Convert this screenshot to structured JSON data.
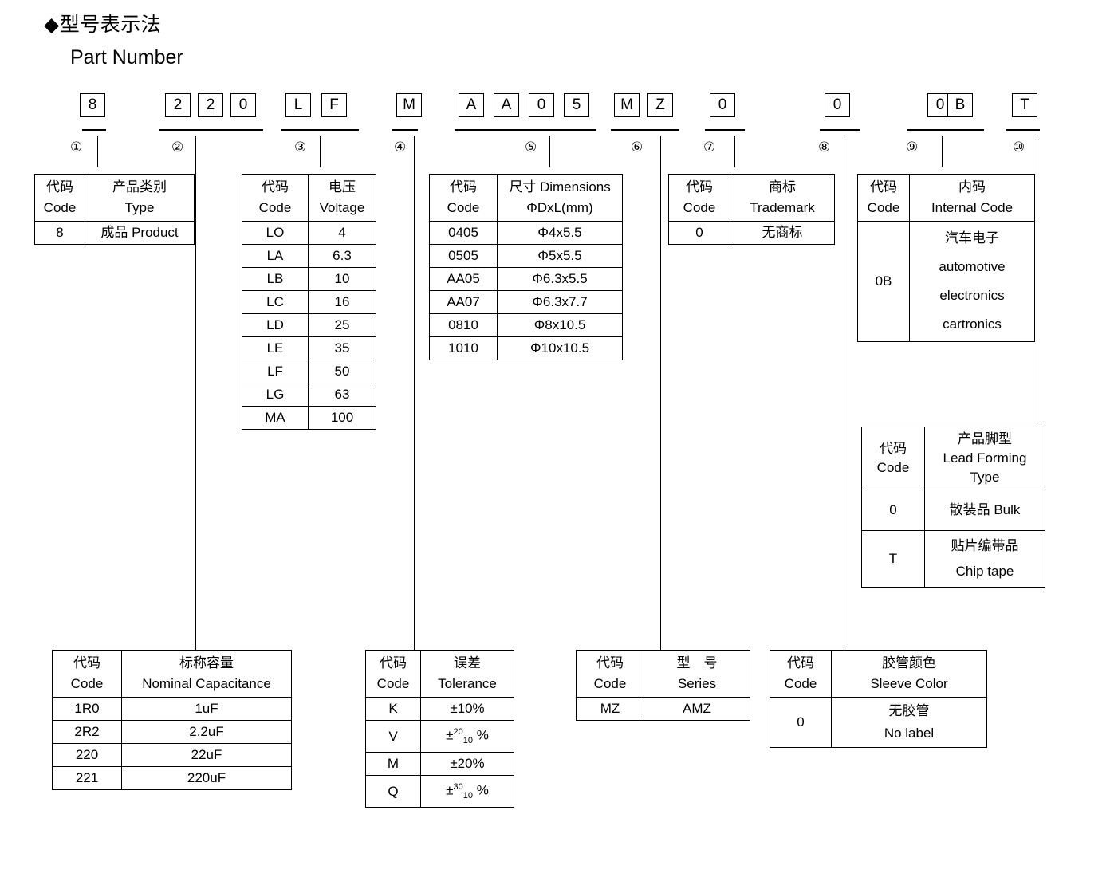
{
  "heading": {
    "diamond": "◆",
    "title_cn": "型号表示法",
    "title_en": "Part Number"
  },
  "code_boxes": [
    {
      "ref": "1",
      "chars": [
        "8"
      ]
    },
    {
      "ref": "2",
      "chars": [
        "2",
        "2",
        "0"
      ]
    },
    {
      "ref": "3",
      "chars": [
        "L",
        "F"
      ]
    },
    {
      "ref": "4",
      "chars": [
        "M"
      ]
    },
    {
      "ref": "5",
      "chars": [
        "A",
        "A",
        "0",
        "5"
      ]
    },
    {
      "ref": "6",
      "chars": [
        "M",
        "Z"
      ]
    },
    {
      "ref": "7",
      "chars": [
        "0"
      ]
    },
    {
      "ref": "8",
      "chars": [
        "0"
      ]
    },
    {
      "ref": "9",
      "chars": [
        "0",
        "B"
      ]
    },
    {
      "ref": "10",
      "chars": [
        "T"
      ]
    }
  ],
  "markers": {
    "n1": "①",
    "n2": "②",
    "n3": "③",
    "n4": "④",
    "n5": "⑤",
    "n6": "⑥",
    "n7": "⑦",
    "n8": "⑧",
    "n9": "⑨",
    "n10": "⑩"
  },
  "common": {
    "code_cn": "代码",
    "code_en": "Code"
  },
  "tables": {
    "type": {
      "header_cn": "产品类别",
      "header_en": "Type",
      "rows": [
        {
          "code": "8",
          "value": "成品 Product"
        }
      ]
    },
    "voltage": {
      "header_cn": "电压",
      "header_en": "Voltage",
      "rows": [
        {
          "code": "LO",
          "value": "4"
        },
        {
          "code": "LA",
          "value": "6.3"
        },
        {
          "code": "LB",
          "value": "10"
        },
        {
          "code": "LC",
          "value": "16"
        },
        {
          "code": "LD",
          "value": "25"
        },
        {
          "code": "LE",
          "value": "35"
        },
        {
          "code": "LF",
          "value": "50"
        },
        {
          "code": "LG",
          "value": "63"
        },
        {
          "code": "MA",
          "value": "100"
        }
      ]
    },
    "dimensions": {
      "header_cn": "尺寸 Dimensions",
      "header_en": "ΦDxL(mm)",
      "rows": [
        {
          "code": "0405",
          "value": "Φ4x5.5"
        },
        {
          "code": "0505",
          "value": "Φ5x5.5"
        },
        {
          "code": "AA05",
          "value": "Φ6.3x5.5"
        },
        {
          "code": "AA07",
          "value": "Φ6.3x7.7"
        },
        {
          "code": "0810",
          "value": "Φ8x10.5"
        },
        {
          "code": "1010",
          "value": "Φ10x10.5"
        }
      ]
    },
    "trademark": {
      "header_cn": "商标",
      "header_en": "Trademark",
      "rows": [
        {
          "code": "0",
          "value": "无商标"
        }
      ]
    },
    "internal_code": {
      "header_cn": "内码",
      "header_en": "Internal Code",
      "rows": [
        {
          "code": "0B",
          "line1": "汽车电子",
          "line2": "automotive",
          "line3": "electronics",
          "line4": "cartronics"
        }
      ]
    },
    "lead_forming": {
      "header_cn": "产品脚型",
      "header_en1": "Lead Forming",
      "header_en2": "Type",
      "rows": [
        {
          "code": "0",
          "value": "散装品 Bulk",
          "value2": ""
        },
        {
          "code": "T",
          "value": "贴片编带品",
          "value2": "Chip tape"
        }
      ]
    },
    "capacitance": {
      "header_cn": "标称容量",
      "header_en": "Nominal Capacitance",
      "rows": [
        {
          "code": "1R0",
          "value": "1uF"
        },
        {
          "code": "2R2",
          "value": "2.2uF"
        },
        {
          "code": "220",
          "value": "22uF"
        },
        {
          "code": "221",
          "value": "220uF"
        }
      ]
    },
    "tolerance": {
      "header_cn": "误差",
      "header_en": "Tolerance",
      "rows": [
        {
          "code": "K",
          "plain": "±10%",
          "sup": "",
          "sub": "",
          "pct": ""
        },
        {
          "code": "V",
          "plain": "",
          "sign": "±",
          "sup": "20",
          "sub": "10",
          "pct": "%"
        },
        {
          "code": "M",
          "plain": "±20%",
          "sup": "",
          "sub": "",
          "pct": ""
        },
        {
          "code": "Q",
          "plain": "",
          "sign": "±",
          "sup": "30",
          "sub": "10",
          "pct": "%"
        }
      ]
    },
    "series": {
      "header_cn": "型　号",
      "header_en": "Series",
      "rows": [
        {
          "code": "MZ",
          "value": "AMZ"
        }
      ]
    },
    "sleeve_color": {
      "header_cn": "胶管颜色",
      "header_en": "Sleeve Color",
      "rows": [
        {
          "code": "0",
          "value": "无胶管",
          "value2": "No label"
        }
      ]
    }
  }
}
